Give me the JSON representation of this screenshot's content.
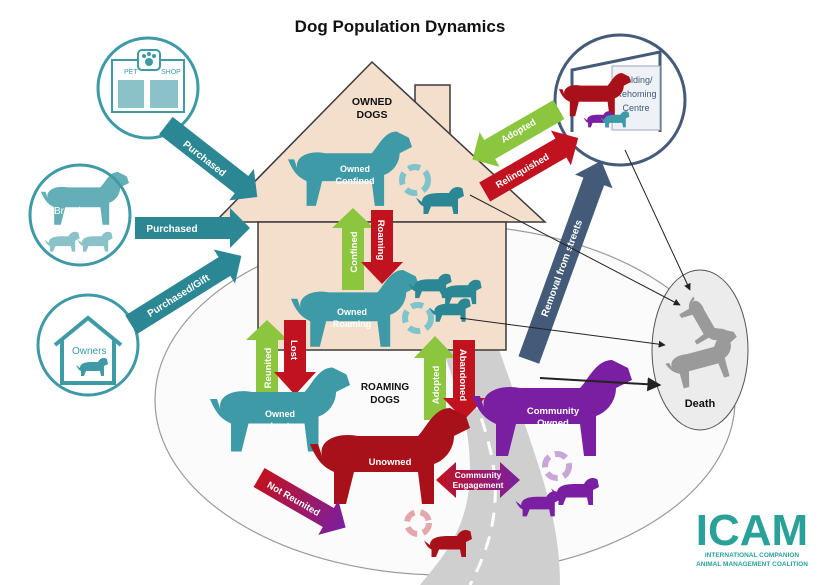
{
  "title": "Dog Population Dynamics",
  "sources": {
    "pet_shop_sign": [
      "PET",
      "SHOP"
    ],
    "breeders": "Breeders",
    "owners": "Owners"
  },
  "source_arrows": {
    "purchased_shop": "Purchased",
    "purchased_breeders": "Purchased",
    "purchased_gift": "Purchased/Gift"
  },
  "house": {
    "title_line1": "OWNED",
    "title_line2": "DOGS"
  },
  "states": {
    "owned_confined": [
      "Owned",
      "Confined"
    ],
    "owned_roaming": [
      "Owned",
      "Roaming"
    ],
    "owned_lost": [
      "Owned",
      "Lost"
    ],
    "unowned": "Unowned",
    "community_owned": [
      "Community",
      "Owned"
    ],
    "roaming_dogs": [
      "ROAMING",
      "DOGS"
    ],
    "death": "Death"
  },
  "transitions": {
    "confined": "Confined",
    "roaming": "Roaming",
    "reunited": "Reunited",
    "lost": "Lost",
    "adopted_lower": "Adopted",
    "abandoned": "Abandoned",
    "community_engagement": [
      "Community",
      "Engagement"
    ],
    "not_reunited": "Not Reunited",
    "adopted_upper": "Adopted",
    "relinquished": "Relinquished",
    "removal": "Removal from streets"
  },
  "shelter": {
    "sign": [
      "Holding/",
      "Rehoming",
      "Centre"
    ]
  },
  "logo": {
    "name": "ICAM",
    "line1": "INTERNATIONAL COMPANION",
    "line2": "ANIMAL MANAGEMENT COALITION"
  },
  "colors": {
    "teal": "#3d9aa6",
    "teal_dark": "#2b8793",
    "green": "#8cc63f",
    "red": "#c1121f",
    "purple": "#7a1fa2",
    "navy": "#435a78",
    "house": "#f3dfcc",
    "house_stroke": "#3a3a3a",
    "death_fill": "#ececec",
    "road": "#cfcfcf"
  }
}
